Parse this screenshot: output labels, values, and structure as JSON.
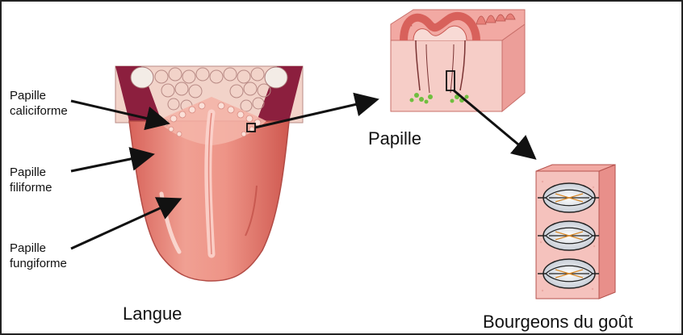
{
  "labels": {
    "papille_caliciforme": [
      "Papille",
      "caliciforme"
    ],
    "papille_filiforme": [
      "Papille",
      "filiforme"
    ],
    "papille_fungiforme": [
      "Papille",
      "fungiforme"
    ],
    "langue": "Langue",
    "papille": "Papille",
    "bourgeons": "Bourgeons du goût"
  },
  "colors": {
    "tongue": "#e9867b",
    "tongue_dark": "#c7534c",
    "tongue_light": "#f6c8bf",
    "maroon": "#8c1f3e",
    "tissue_pink": "#f4c7c1",
    "tissue_side": "#ec9e99",
    "bud_green": "#6fbf3f",
    "arrow": "#111111"
  }
}
